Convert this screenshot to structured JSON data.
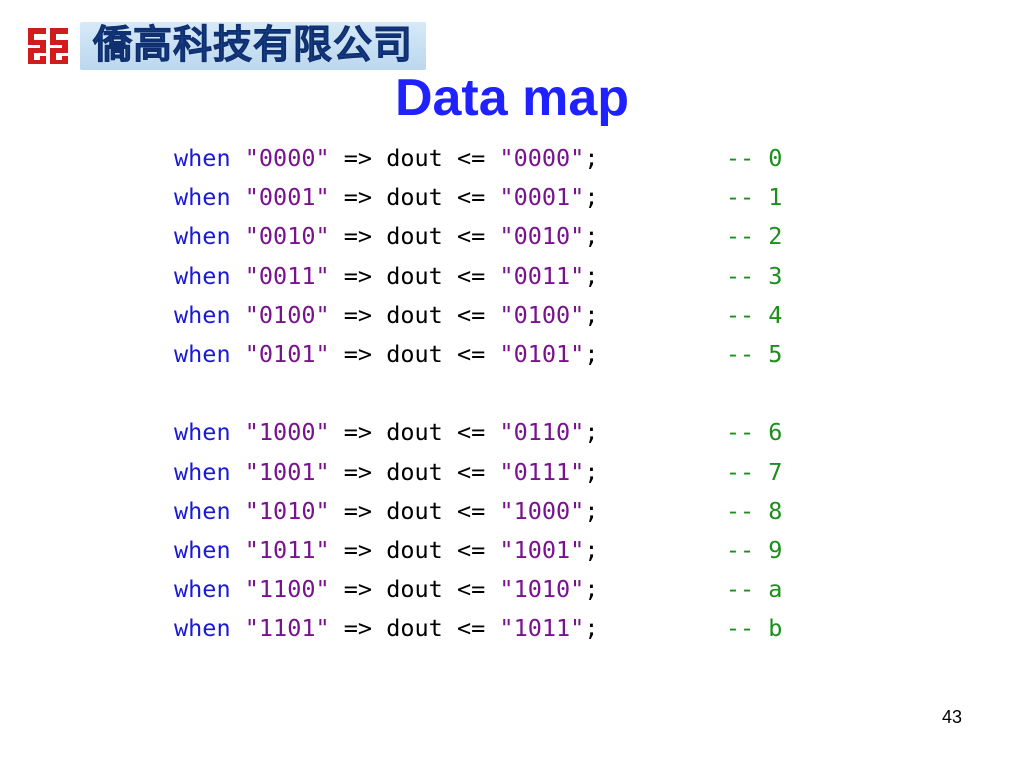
{
  "logo": {
    "company_name": "僑高科技有限公司",
    "mark_color": "#d01c1c"
  },
  "title": "Data map",
  "code": {
    "colors": {
      "keyword": "#1a1ad6",
      "string": "#7a1290",
      "comment": "#1a8f1a",
      "title": "#1f22ff"
    },
    "lines": [
      {
        "kw": "when",
        "sel": "\"0000\"",
        "arrow": " => dout <= ",
        "val": "\"0000\"",
        "semi": ";",
        "comment": "-- 0"
      },
      {
        "kw": "when",
        "sel": "\"0001\"",
        "arrow": " => dout <= ",
        "val": "\"0001\"",
        "semi": ";",
        "comment": "-- 1"
      },
      {
        "kw": "when",
        "sel": "\"0010\"",
        "arrow": " => dout <= ",
        "val": "\"0010\"",
        "semi": ";",
        "comment": "-- 2"
      },
      {
        "kw": "when",
        "sel": "\"0011\"",
        "arrow": " => dout <= ",
        "val": "\"0011\"",
        "semi": ";",
        "comment": "-- 3"
      },
      {
        "kw": "when",
        "sel": "\"0100\"",
        "arrow": " => dout <= ",
        "val": "\"0100\"",
        "semi": ";",
        "comment": "-- 4"
      },
      {
        "kw": "when",
        "sel": "\"0101\"",
        "arrow": " => dout <= ",
        "val": "\"0101\"",
        "semi": ";",
        "comment": "-- 5"
      },
      {
        "blank": true
      },
      {
        "kw": "when",
        "sel": "\"1000\"",
        "arrow": " => dout <= ",
        "val": "\"0110\"",
        "semi": ";",
        "comment": "-- 6"
      },
      {
        "kw": "when",
        "sel": "\"1001\"",
        "arrow": " => dout <= ",
        "val": "\"0111\"",
        "semi": ";",
        "comment": "-- 7"
      },
      {
        "kw": "when",
        "sel": "\"1010\"",
        "arrow": " => dout <= ",
        "val": "\"1000\"",
        "semi": ";",
        "comment": "-- 8"
      },
      {
        "kw": "when",
        "sel": "\"1011\"",
        "arrow": " => dout <= ",
        "val": "\"1001\"",
        "semi": ";",
        "comment": "-- 9"
      },
      {
        "kw": "when",
        "sel": "\"1100\"",
        "arrow": " => dout <= ",
        "val": "\"1010\"",
        "semi": ";",
        "comment": "-- a"
      },
      {
        "kw": "when",
        "sel": "\"1101\"",
        "arrow": " => dout <= ",
        "val": "\"1011\"",
        "semi": ";",
        "comment": "-- b"
      }
    ]
  },
  "page_number": "43"
}
